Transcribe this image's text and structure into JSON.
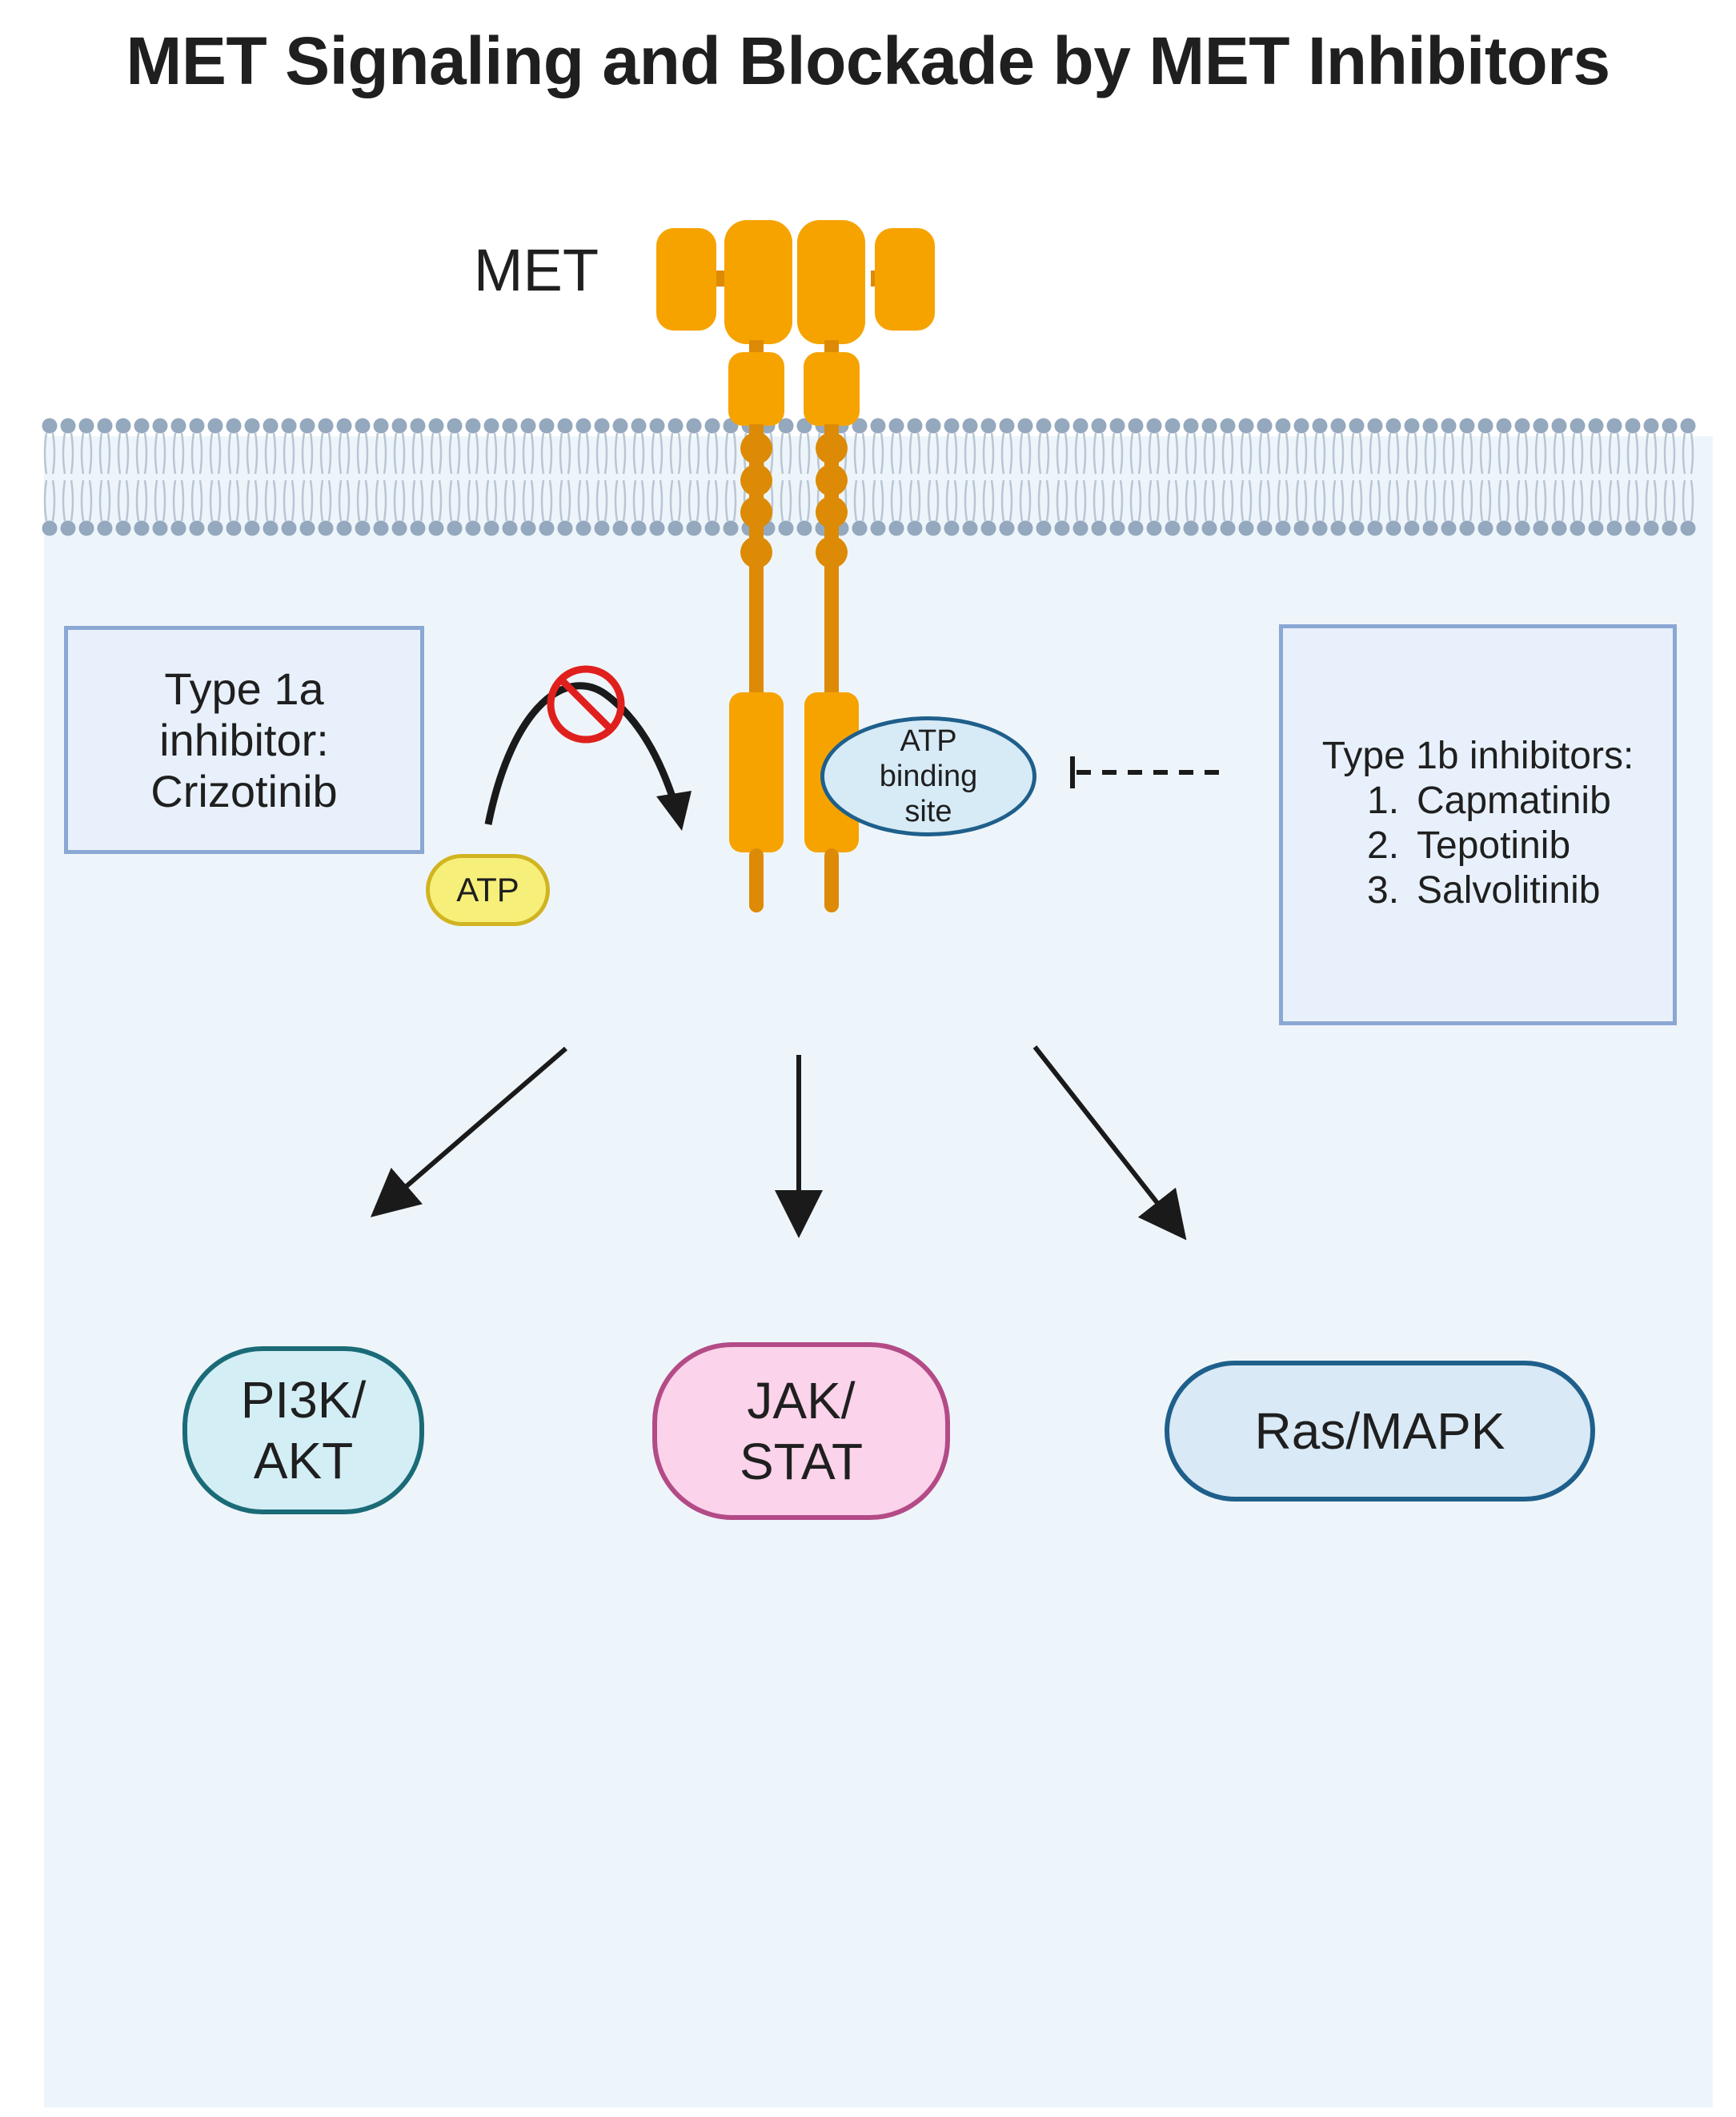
{
  "title": "MET Signaling and Blockade by MET Inhibitors",
  "receptor": {
    "label": "MET"
  },
  "atp": {
    "label": "ATP"
  },
  "atp_binding_site": {
    "lines": [
      "ATP",
      "binding",
      "site"
    ]
  },
  "type1a": {
    "lines": [
      "Type 1a",
      "inhibitor:",
      "Crizotinib"
    ]
  },
  "type1b": {
    "heading": "Type 1b inhibitors:",
    "items": [
      {
        "num": "1.",
        "name": "Capmatinib"
      },
      {
        "num": "2.",
        "name": "Tepotinib"
      },
      {
        "num": "3.",
        "name": "Salvolitinib"
      }
    ]
  },
  "pathways": [
    {
      "lines": [
        "PI3K/",
        "AKT"
      ]
    },
    {
      "lines": [
        "JAK/",
        "STAT"
      ]
    },
    {
      "lines": [
        "Ras/MAPK"
      ]
    }
  ],
  "colors": {
    "receptor": "#f6a300",
    "receptor_dark": "#dd8a06",
    "membrane_heads": "#94a8be",
    "cytoplasm": "#eef5fa",
    "inhibitor_box_border": "#8ba7d3",
    "no_sign": "#e0201d"
  },
  "icons": [
    "no-entry-icon",
    "inhibition-bar-icon"
  ]
}
